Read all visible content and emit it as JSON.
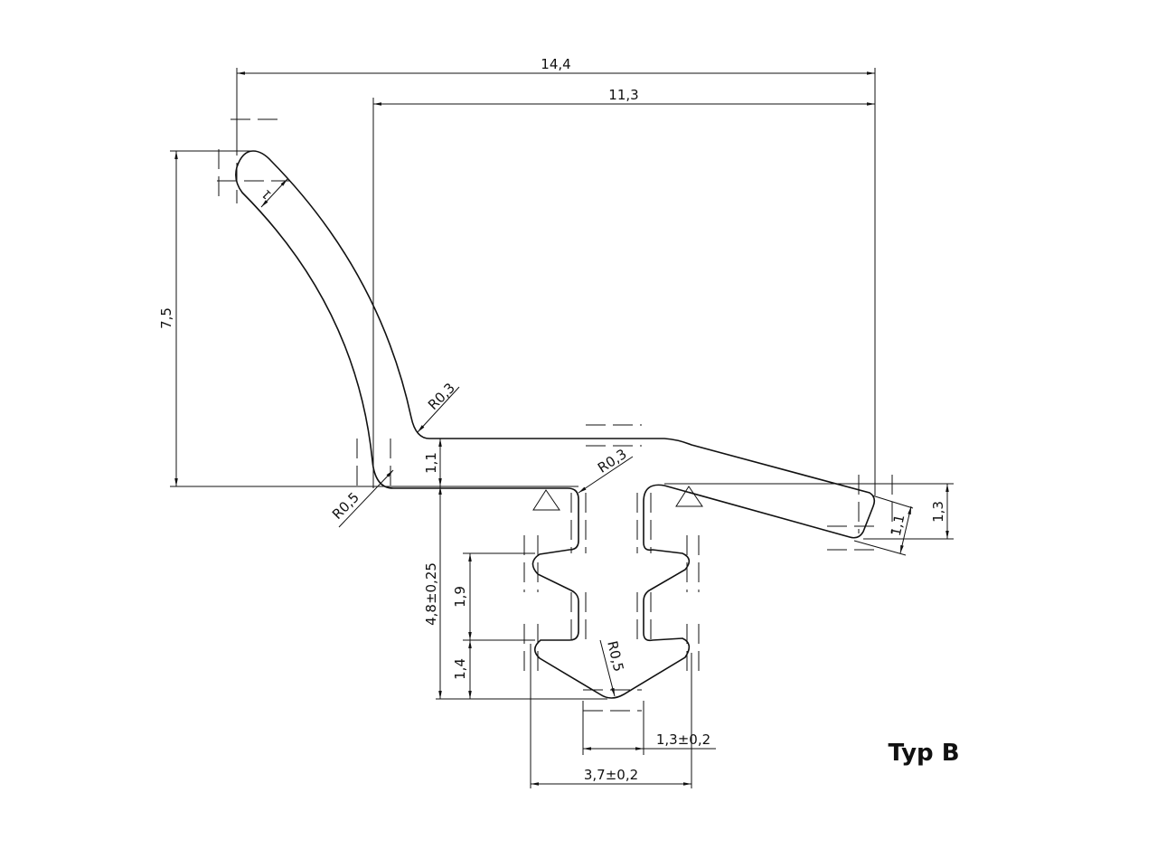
{
  "dimensions": {
    "overall_width": "14,4",
    "inner_width": "11,3",
    "height": "7,5",
    "base_thickness": "1,1",
    "stem_height": "4,8±0,25",
    "barb_pitch": "1,9",
    "barb_bottom": "1,4",
    "stem_gap": "1,3±0,2",
    "barb_width": "3,7±0,2",
    "lip_height": "1,3",
    "lip_thickness": "1,1",
    "tip_thickness": "1",
    "radius_fillet_top": "R0,3",
    "radius_fillet_base": "R0,5",
    "radius_stem_corner": "R0,3",
    "radius_stem_bottom": "R0,5"
  },
  "title": "Typ B"
}
